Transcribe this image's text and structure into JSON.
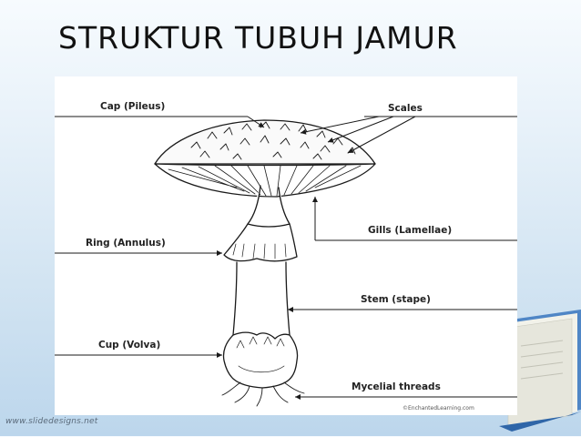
{
  "slide": {
    "title": "STRUKTUR TUBUH JAMUR",
    "footer": "www.slidedesigns.net"
  },
  "diagram": {
    "labels": {
      "cap": "Cap (Pileus)",
      "scales": "Scales",
      "gills": "Gills (Lamellae)",
      "ring": "Ring (Annulus)",
      "stem": "Stem (stape)",
      "cup": "Cup (Volva)",
      "mycelial": "Mycelial threads"
    },
    "credit": "©EnchantedLearning.com"
  },
  "colors": {
    "line": "#1a1a1a",
    "panel": "#ffffff",
    "background": "#cfe2f1"
  }
}
